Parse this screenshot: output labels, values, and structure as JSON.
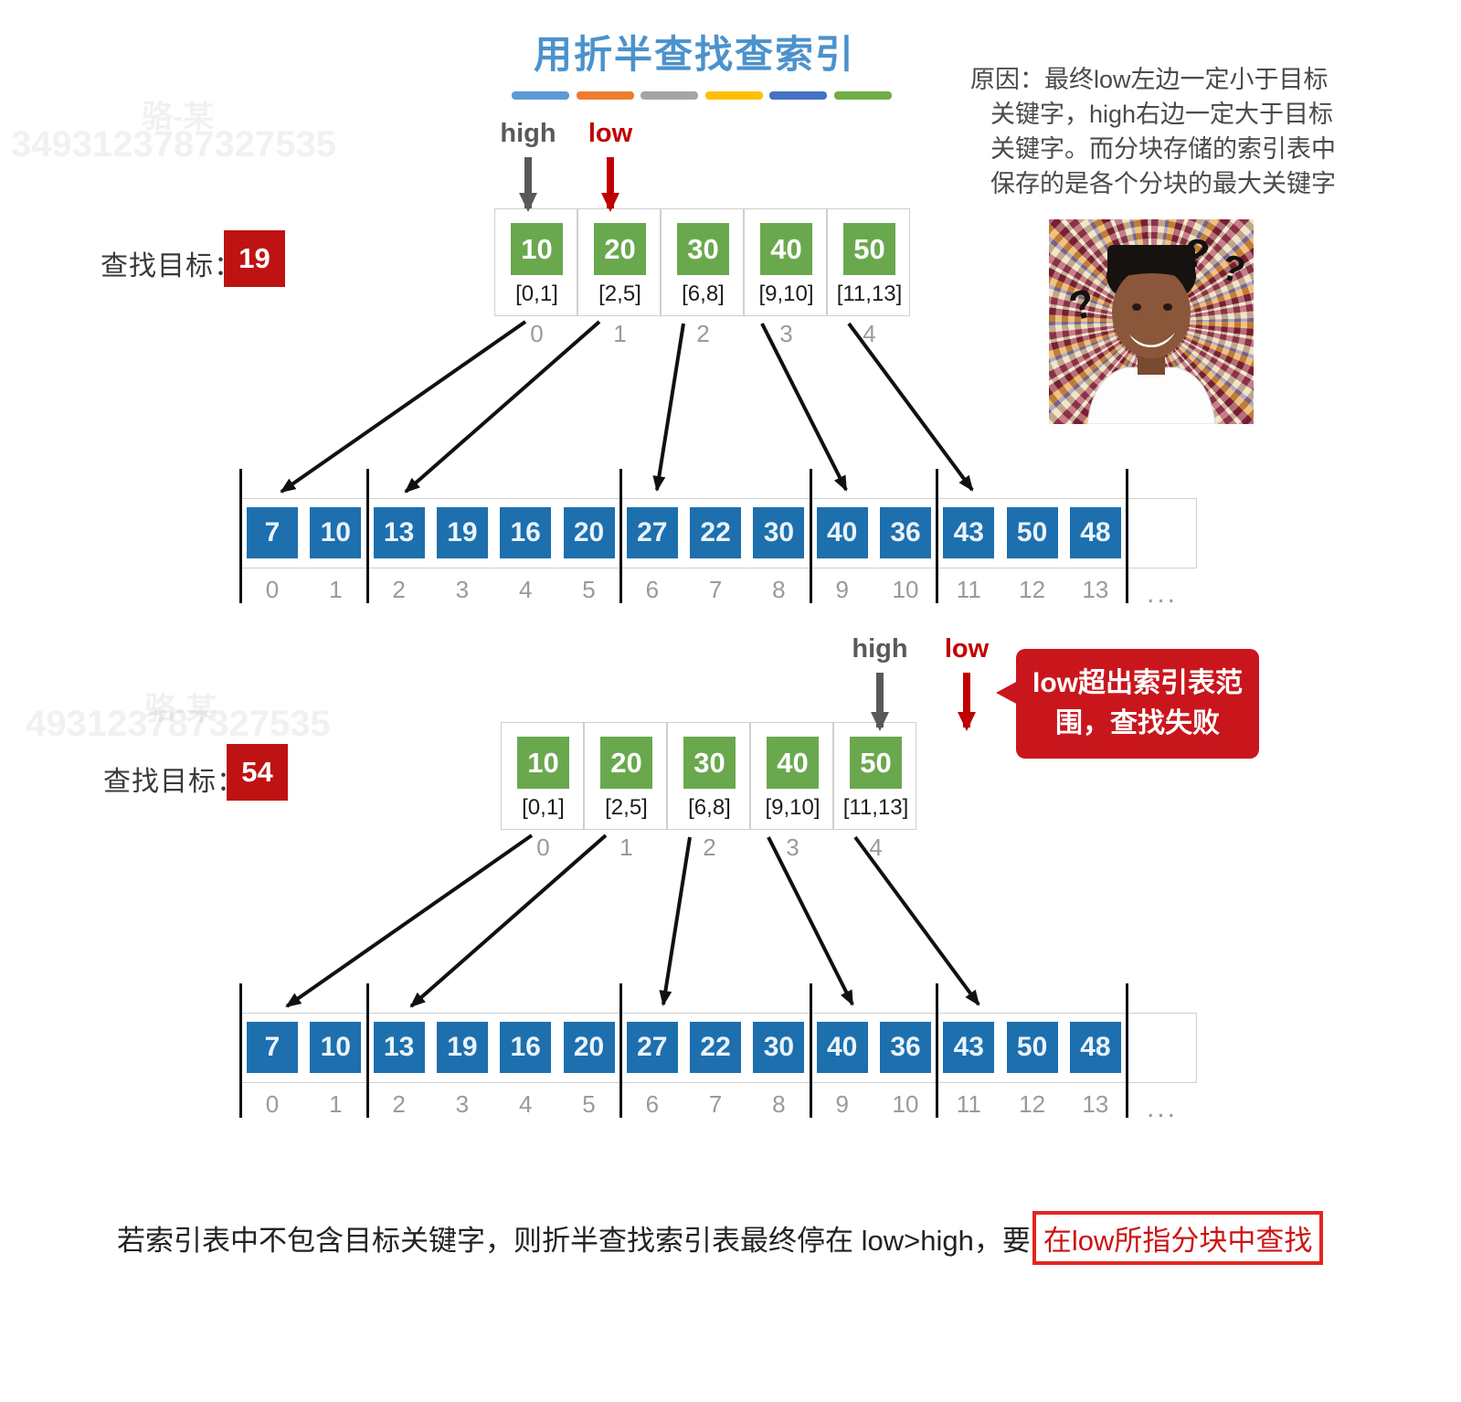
{
  "title": "用折半查找查索引",
  "title_underline_colors": [
    "#5b9bd5",
    "#ed7d31",
    "#a5a5a5",
    "#ffc000",
    "#4472c4",
    "#70ad47"
  ],
  "reason_note": {
    "lines": [
      "原因：最终low左边一定小于目标",
      "关键字，high右边一定大于目标",
      "关键字。而分块存储的索引表中",
      "保存的是各个分块的最大关键字"
    ]
  },
  "watermarks": [
    {
      "name": "骆-某",
      "number": "3493123787327535"
    },
    {
      "name": "骆-某",
      "number": "493123787327535"
    }
  ],
  "meme": {
    "description": "confused face with question marks on psychedelic background",
    "question_marks": [
      "?",
      "?",
      "?"
    ]
  },
  "index_table": {
    "blocks": [
      {
        "max": "10",
        "range": "[0,1]",
        "index": "0"
      },
      {
        "max": "20",
        "range": "[2,5]",
        "index": "1"
      },
      {
        "max": "30",
        "range": "[6,8]",
        "index": "2"
      },
      {
        "max": "40",
        "range": "[9,10]",
        "index": "3"
      },
      {
        "max": "50",
        "range": "[11,13]",
        "index": "4"
      }
    ]
  },
  "main_array": {
    "values": [
      "7",
      "10",
      "13",
      "19",
      "16",
      "20",
      "27",
      "22",
      "30",
      "40",
      "36",
      "43",
      "50",
      "48"
    ],
    "indices": [
      "0",
      "1",
      "2",
      "3",
      "4",
      "5",
      "6",
      "7",
      "8",
      "9",
      "10",
      "11",
      "12",
      "13"
    ],
    "block_boundaries": [
      0,
      2,
      6,
      9,
      11,
      14
    ],
    "ellipsis": "..."
  },
  "diagram1": {
    "target_label": "查找目标：",
    "target_value": "19",
    "high_label": "high",
    "low_label": "low"
  },
  "diagram2": {
    "target_label": "查找目标：",
    "target_value": "54",
    "high_label": "high",
    "low_label": "low",
    "bubble_text": "low超出索引表范围，查找失败"
  },
  "footer": {
    "text_plain": "若索引表中不包含目标关键字，则折半查找索引表最终停在 low>high，要",
    "text_highlight": "在low所指分块中查找"
  },
  "colors": {
    "title": "#4b92cc",
    "index_block_green": "#6aa84e",
    "array_block_blue": "#1d6fae",
    "target_red": "#bf1212",
    "bubble_red": "#c9161d",
    "pointer_high_gray": "#595959",
    "pointer_low_red": "#c00000"
  }
}
